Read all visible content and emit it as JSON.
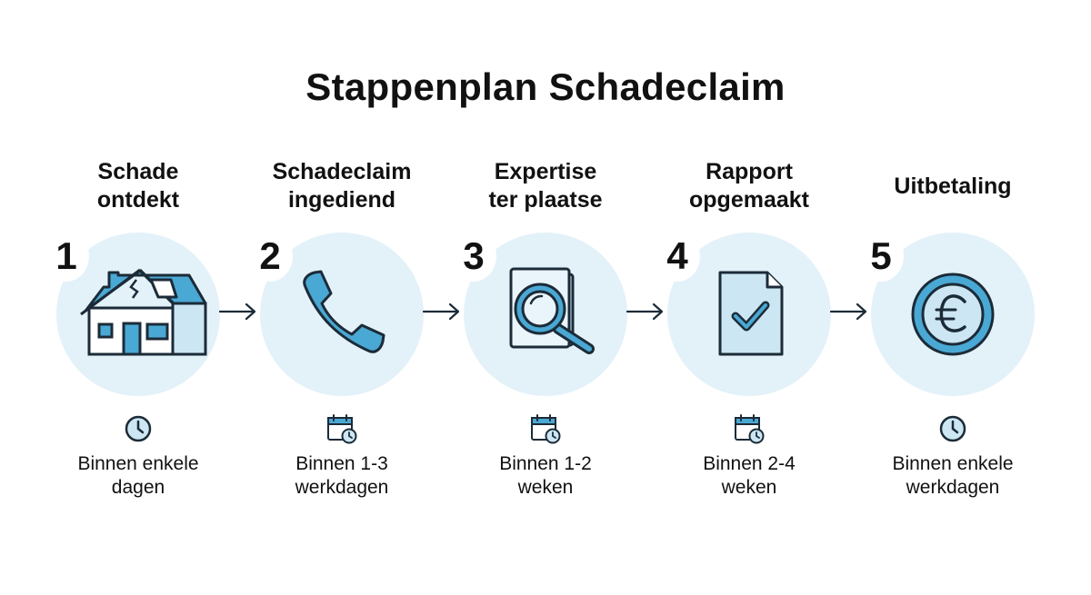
{
  "title": "Stappenplan Schadeclaim",
  "steps": [
    {
      "number": "1",
      "title": [
        "Schade",
        "ontdekt"
      ],
      "icon": "house-icon",
      "duration_icon": "clock-icon",
      "duration": [
        "Binnen enkele",
        "dagen"
      ]
    },
    {
      "number": "2",
      "title": [
        "Schadeclaim",
        "ingediend"
      ],
      "icon": "phone-icon",
      "duration_icon": "calendar-clock-icon",
      "duration": [
        "Binnen 1-3",
        "werkdagen"
      ]
    },
    {
      "number": "3",
      "title": [
        "Expertise",
        "ter plaatse"
      ],
      "icon": "magnifier-document-icon",
      "duration_icon": "calendar-clock-icon",
      "duration": [
        "Binnen 1-2",
        "weken"
      ]
    },
    {
      "number": "4",
      "title": [
        "Rapport",
        "opgemaakt"
      ],
      "icon": "document-check-icon",
      "duration_icon": "calendar-clock-icon",
      "duration": [
        "Binnen 2-4",
        "weken"
      ]
    },
    {
      "number": "5",
      "title": [
        "Uitbetaling"
      ],
      "icon": "euro-coin-icon",
      "duration_icon": "clock-icon",
      "duration": [
        "Binnen enkele",
        "werkdagen"
      ]
    }
  ],
  "colors": {
    "accent": "#4aa8d4",
    "circle_fill": "#e3f1f9",
    "icon_fill": "#cce6f3",
    "outline": "#1c2b38"
  }
}
